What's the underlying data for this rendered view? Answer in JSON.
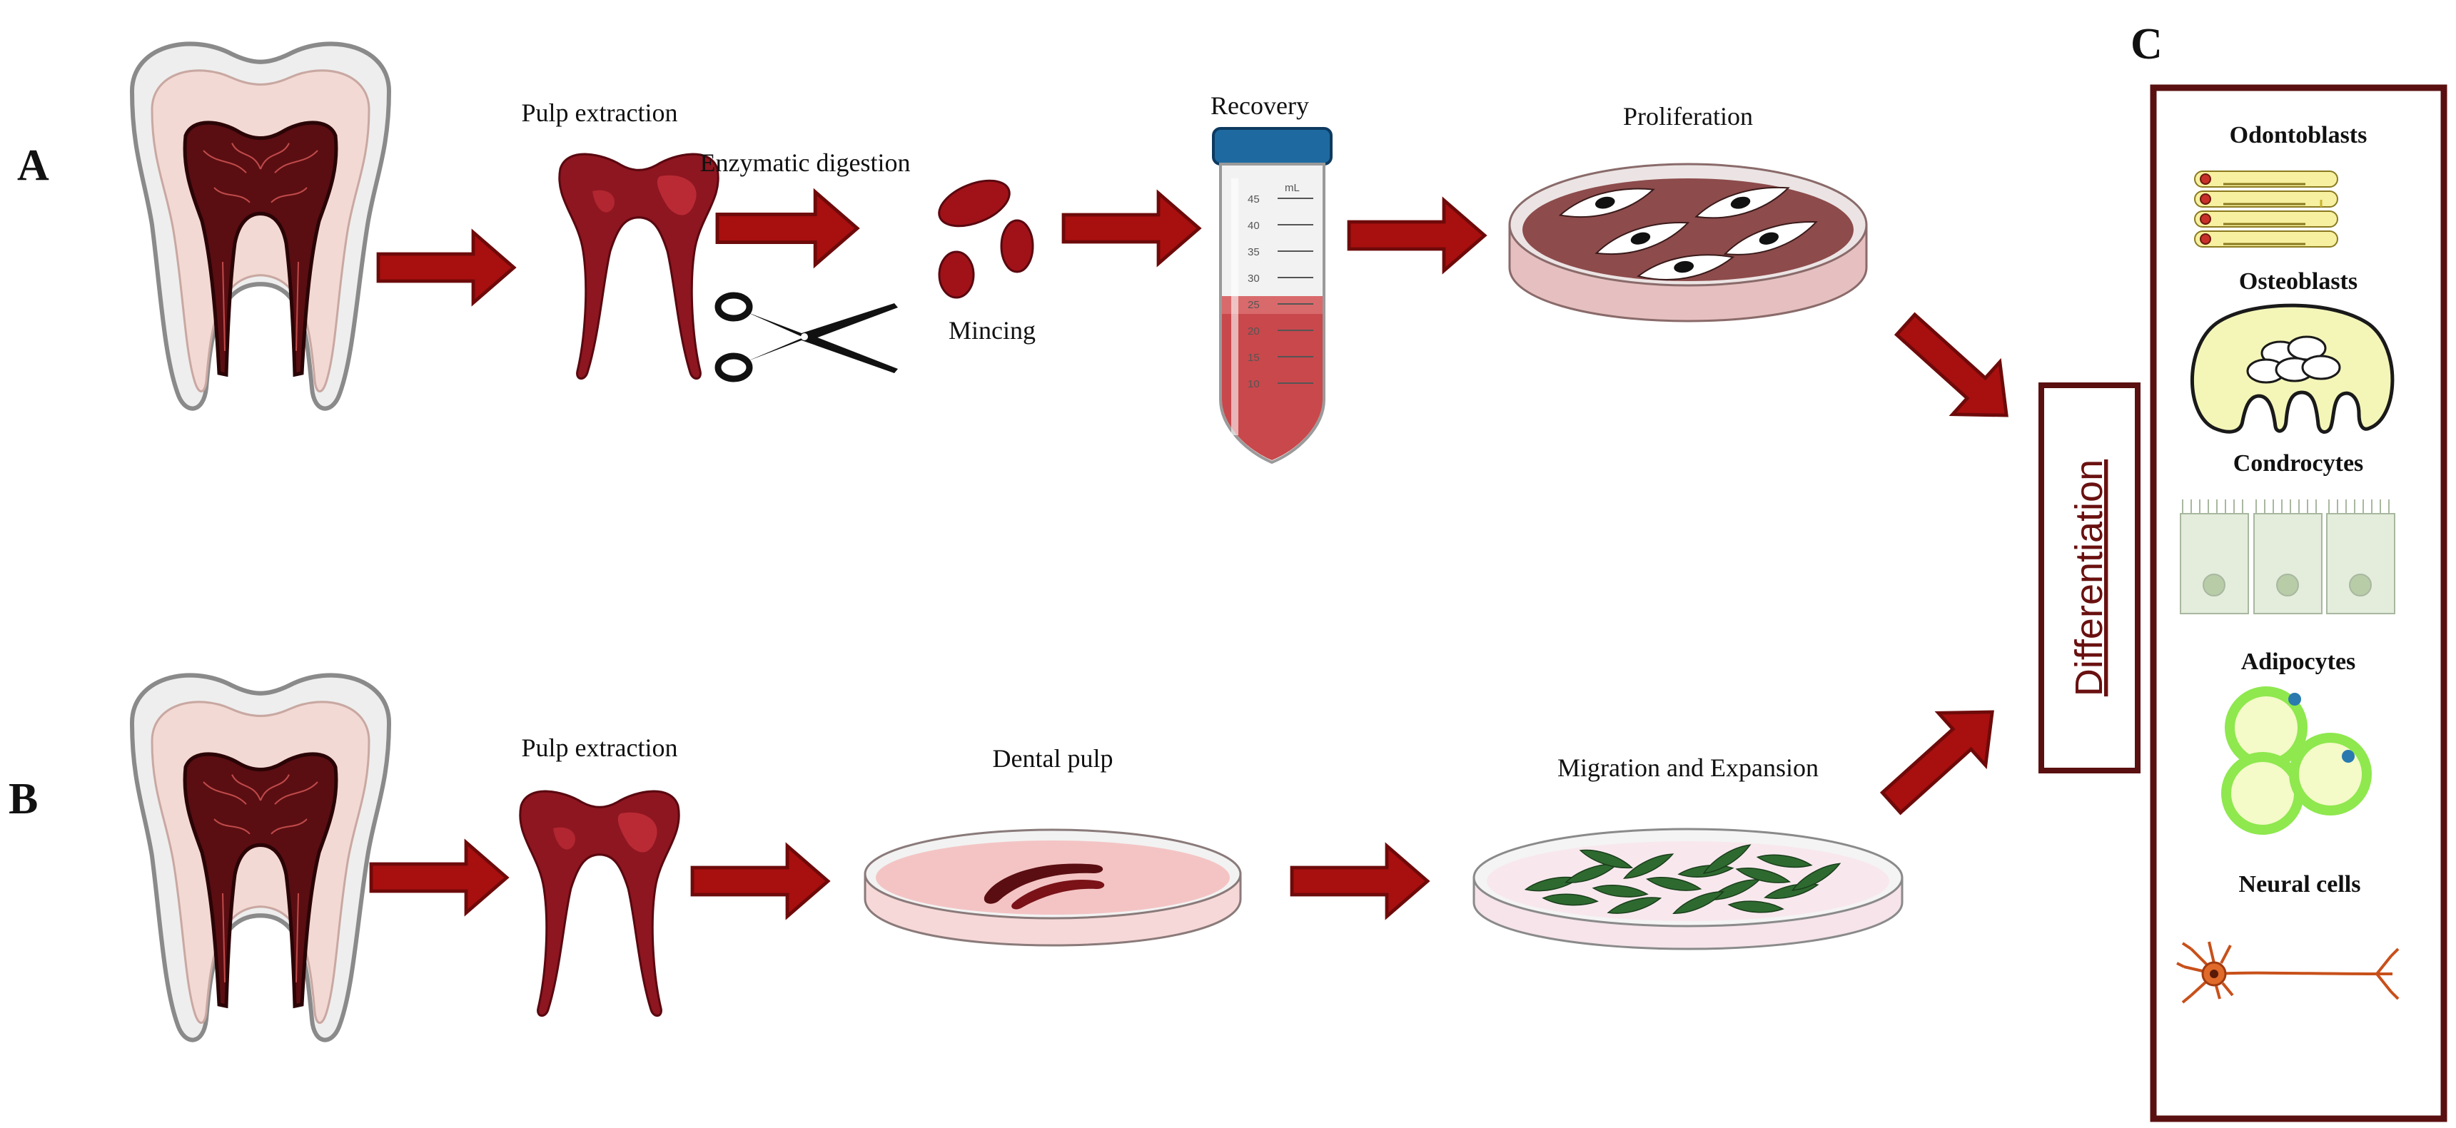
{
  "colors": {
    "arrow": "#a80f0f",
    "arrow_edge": "#6e0a0a",
    "frame": "#5a1010",
    "pulp": "#8e1620",
    "pulp_highlight": "#c8323c",
    "dentin": "#f3d9d4",
    "enamel": "#efefef",
    "tube_cap": "#1e6aa0",
    "tube_liquid": "#c8484c",
    "dish_medium_A": "#8d4b4b",
    "dish_medium_B": "#f4c4c4",
    "migrating_cells": "#2e6a30",
    "osteoblast": "#f4f6b8",
    "chondrocyte": "#e4ecdc",
    "adipocyte": "#8ee84e",
    "neuron": "#c8501a"
  },
  "icons": {
    "tooth": "tooth-icon",
    "pulp": "dental-pulp-icon",
    "scissors": "scissors-icon",
    "tube": "centrifuge-tube-icon",
    "dish": "petri-dish-icon"
  },
  "panels": {
    "a": {
      "label": "A",
      "steps": {
        "pulp_extraction": "Pulp extraction",
        "enzymatic_digestion": "Enzymatic digestion",
        "mincing": "Mincing",
        "recovery": "Recovery",
        "proliferation": "Proliferation"
      },
      "tube_graduations": [
        "45",
        "40",
        "35",
        "30",
        "25",
        "20",
        "15",
        "10"
      ],
      "tube_unit": "mL"
    },
    "b": {
      "label": "B",
      "steps": {
        "pulp_extraction": "Pulp extraction",
        "dental_pulp": "Dental pulp",
        "migration_expansion": "Migration and Expansion"
      }
    },
    "c": {
      "label": "C",
      "center_label": "Differentiation",
      "cell_types": {
        "odontoblasts": "Odontoblasts",
        "osteoblasts": "Osteoblasts",
        "condrocytes": "Condrocytes",
        "adipocytes": "Adipocytes",
        "neural_cells": "Neural cells"
      }
    }
  }
}
